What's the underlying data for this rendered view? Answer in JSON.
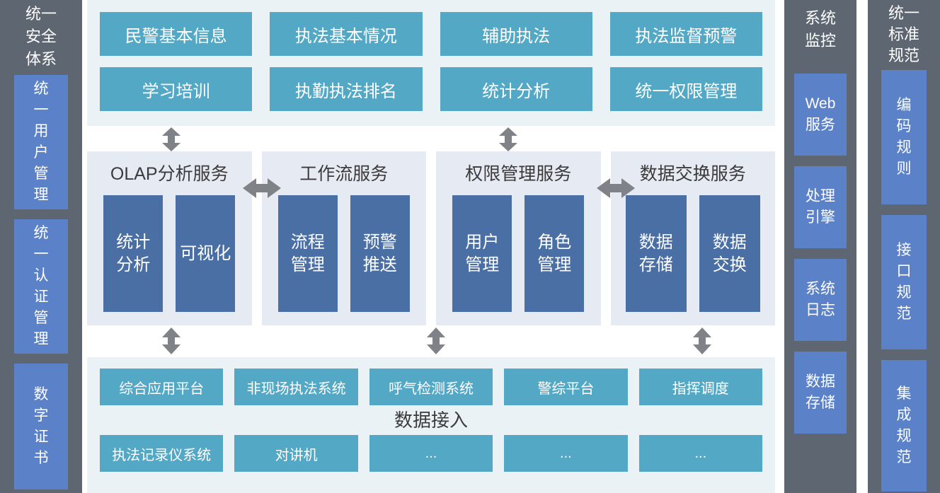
{
  "left_sidebar": {
    "title": "统一安全体系",
    "items": [
      {
        "label": "统一用户管理"
      },
      {
        "label": "统一认证管理"
      },
      {
        "label": "数字证书"
      }
    ]
  },
  "application_layer": {
    "boxes": [
      {
        "label": "民警基本信息"
      },
      {
        "label": "执法基本情况"
      },
      {
        "label": "辅助执法"
      },
      {
        "label": "执法监督预警"
      },
      {
        "label": "学习培训"
      },
      {
        "label": "执勤执法排名"
      },
      {
        "label": "统计分析"
      },
      {
        "label": "统一权限管理"
      }
    ]
  },
  "service_layer": {
    "panels": [
      {
        "title": "OLAP分析服务",
        "boxes": [
          {
            "label": "统计分析"
          },
          {
            "label": "可视化"
          }
        ]
      },
      {
        "title": "工作流服务",
        "boxes": [
          {
            "label": "流程管理"
          },
          {
            "label": "预警推送"
          }
        ]
      },
      {
        "title": "权限管理服务",
        "boxes": [
          {
            "label": "用户管理"
          },
          {
            "label": "角色管理"
          }
        ]
      },
      {
        "title": "数据交换服务",
        "boxes": [
          {
            "label": "数据存储"
          },
          {
            "label": "数据交换"
          }
        ]
      }
    ]
  },
  "data_layer": {
    "title": "数据接入",
    "row_top": [
      {
        "label": "综合应用平台"
      },
      {
        "label": "非现场执法系统"
      },
      {
        "label": "呼气检测系统"
      },
      {
        "label": "警综平台"
      },
      {
        "label": "指挥调度"
      }
    ],
    "row_bottom": [
      {
        "label": "执法记录仪系统"
      },
      {
        "label": "对讲机"
      },
      {
        "label": "..."
      },
      {
        "label": "..."
      },
      {
        "label": "..."
      }
    ]
  },
  "sysmon_sidebar": {
    "title": "系统监控",
    "items": [
      {
        "label": "Web服务"
      },
      {
        "label": "处理引擎"
      },
      {
        "label": "系统日志"
      },
      {
        "label": "数据存储"
      }
    ]
  },
  "std_sidebar": {
    "title": "统一标准规范",
    "items": [
      {
        "label": "编码规则"
      },
      {
        "label": "接口规范"
      },
      {
        "label": "集成规范"
      }
    ]
  },
  "colors": {
    "sidebar_bg": "#5e6672",
    "sidebar_chip": "#5b82c8",
    "teal_box": "#53a8c6",
    "blue_box": "#4a6fa5",
    "app_layer_bg": "#eaf2f5",
    "service_panel_bg": "#e6eaf2",
    "arrow": "#7f8286"
  }
}
